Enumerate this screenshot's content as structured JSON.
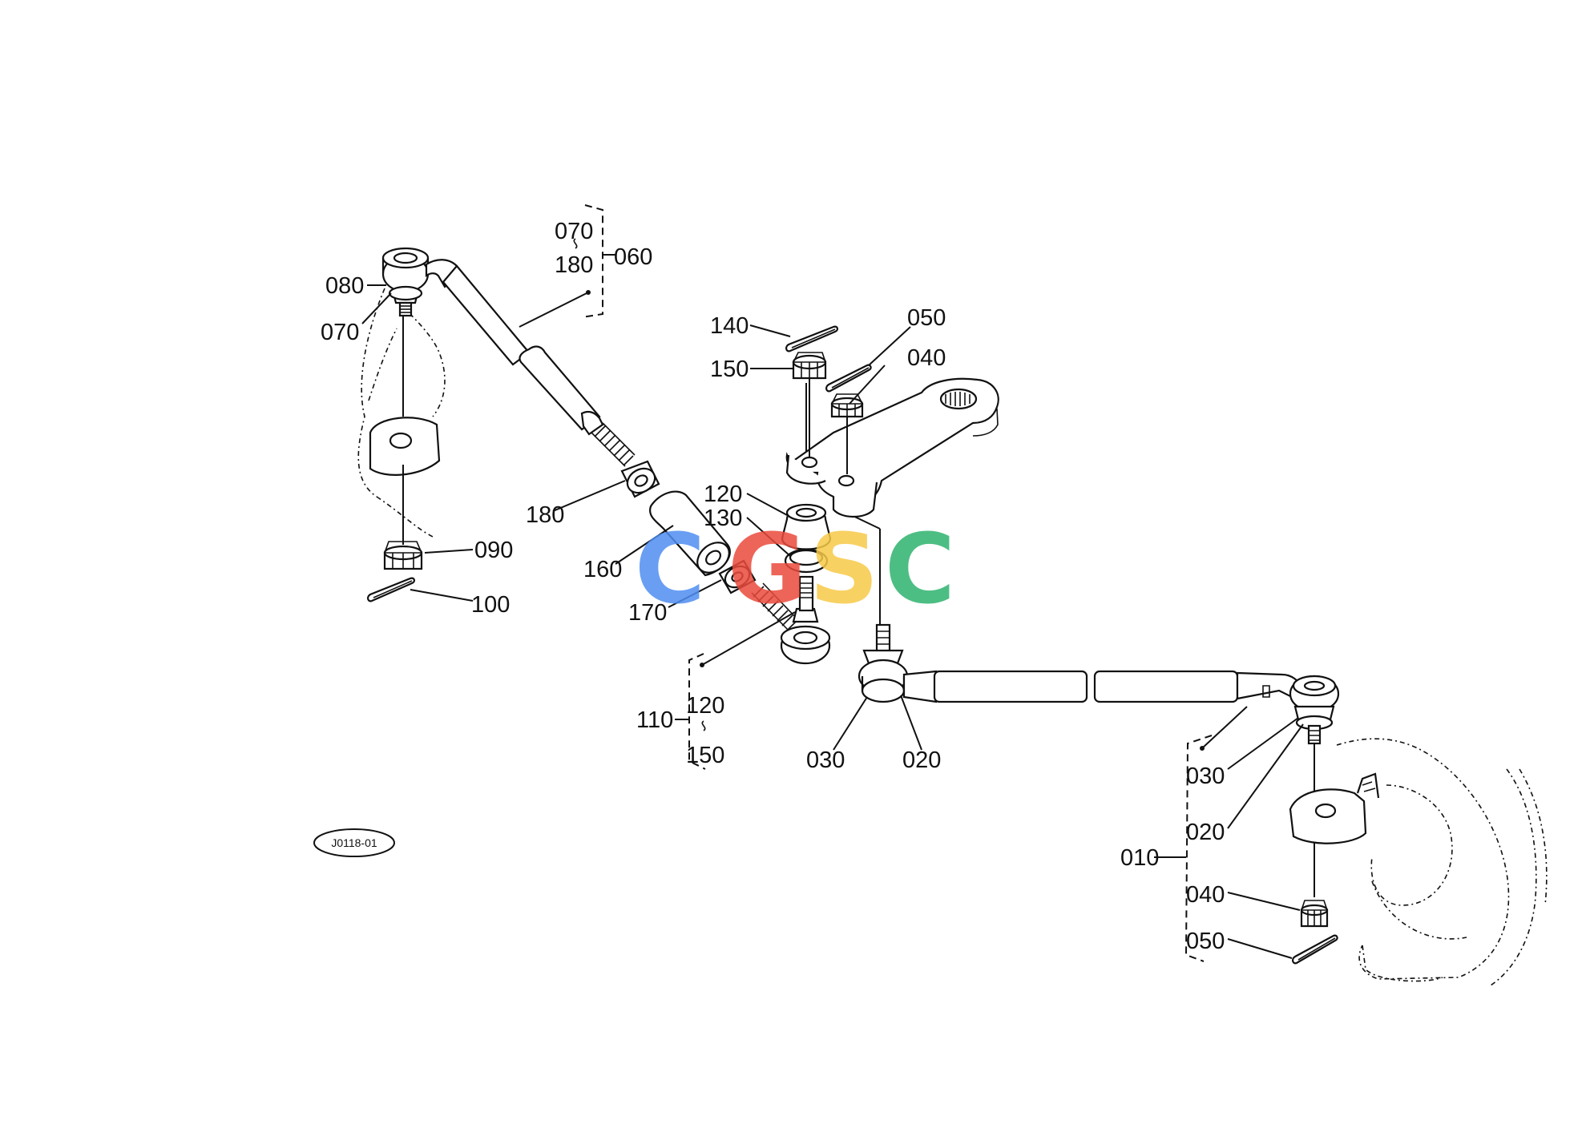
{
  "figure_code": "J0118-01",
  "watermark": {
    "letters": [
      "C",
      "G",
      "S",
      "C"
    ],
    "colors": [
      "#4f8ef2",
      "#ea4b3c",
      "#f7c948",
      "#2fb36e"
    ]
  },
  "labels": {
    "l_070_top": "070",
    "l_180_top": "180",
    "l_060": "060",
    "l_080": "080",
    "l_070_left": "070",
    "l_180_mid": "180",
    "l_160": "160",
    "l_170": "170",
    "l_090": "090",
    "l_100": "100",
    "l_140": "140",
    "l_150_top": "150",
    "l_050_top": "050",
    "l_040_top": "040",
    "l_120_mid": "120",
    "l_130": "130",
    "l_110": "110",
    "l_120_low": "120",
    "l_150_low": "150",
    "l_030_mid": "030",
    "l_020_mid": "020",
    "l_030_right": "030",
    "l_020_right": "020",
    "l_010": "010",
    "l_040_right": "040",
    "l_050_right": "050"
  }
}
